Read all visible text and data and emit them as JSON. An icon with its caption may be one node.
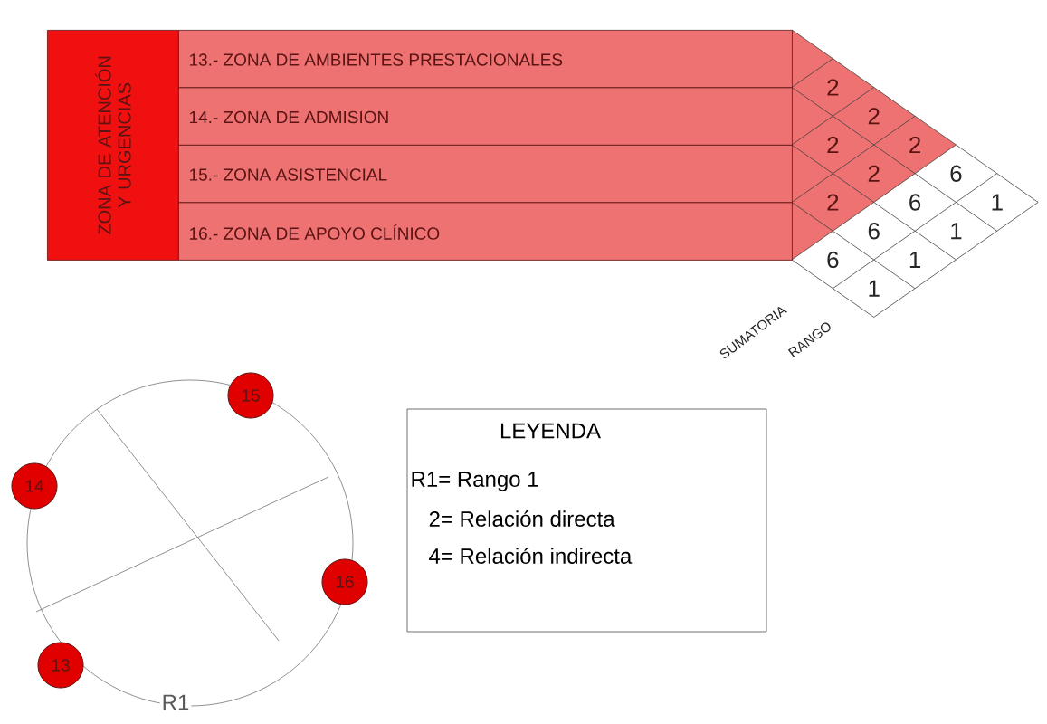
{
  "diagram": {
    "nodes": [
      {
        "text": [
          "ZONA DE ATENCIÓN Y URGENCIAS"
        ]
      },
      {
        "text": [
          "13.- ZONA DE AMBIENTES PRESTACIONALES"
        ]
      },
      {
        "text": [
          "14.- ZONA DE ADMISION"
        ]
      },
      {
        "text": [
          "15.- ZONA ASISTENCIAL"
        ]
      },
      {
        "text": [
          "16.- ZONA DE APOYO CLÍNICO"
        ]
      },
      {
        "text": [
          "R1"
        ]
      },
      {
        "text": [
          "15"
        ]
      },
      {
        "text": [
          "14"
        ]
      },
      {
        "text": [
          "16"
        ]
      },
      {
        "text": [
          "13"
        ]
      },
      {
        "text": [
          "LEYENDA",
          "R1= Rango 1",
          "2= Relación directa",
          "4= Relación indirecta"
        ]
      }
    ],
    "labels": [
      "2",
      "2",
      "2",
      "2",
      "2",
      "2",
      "6",
      "6",
      "6",
      "6",
      "1",
      "1",
      "1",
      "1",
      "SUMATORIA",
      "RANGO"
    ]
  }
}
